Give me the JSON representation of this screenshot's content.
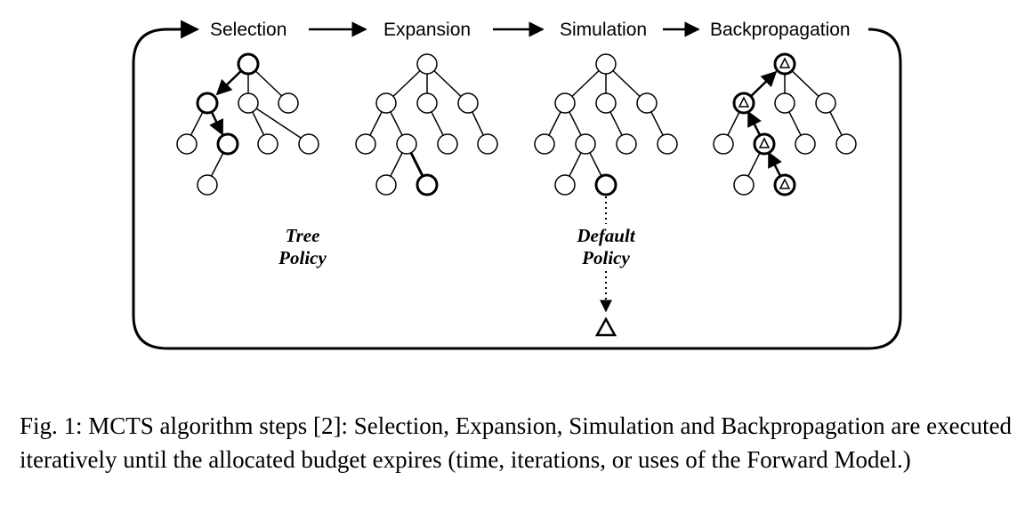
{
  "figure": {
    "steps": [
      "Selection",
      "Expansion",
      "Simulation",
      "Backpropagation"
    ],
    "tree_policy": [
      "Tree",
      "Policy"
    ],
    "default_policy": [
      "Default",
      "Policy"
    ]
  },
  "caption": {
    "label": "Fig. 1:",
    "text": "MCTS algorithm steps [2]: Selection, Expansion, Simulation and Backpropagation are executed iteratively until the allocated budget expires (time, iterations, or uses of the Forward Model.)"
  }
}
